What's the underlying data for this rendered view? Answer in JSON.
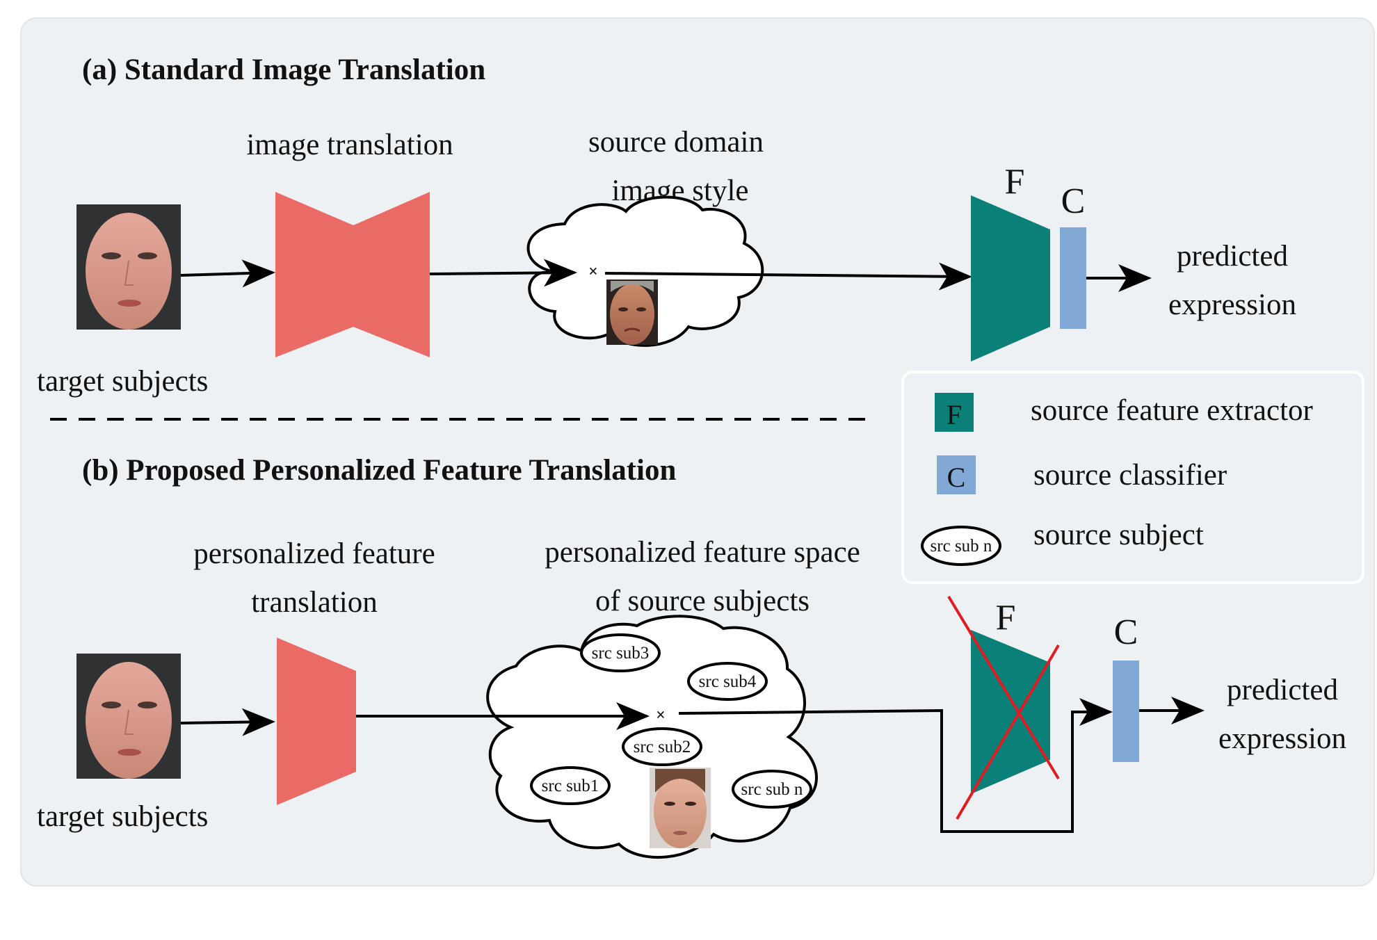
{
  "panel_a": {
    "title": "(a) Standard Image Translation",
    "input_label": "target subjects",
    "translation_label": "image translation",
    "style_label_line1": "source domain",
    "style_label_line2": "image style",
    "feature_extractor": "F",
    "classifier": "C",
    "output_line1": "predicted",
    "output_line2": "expression"
  },
  "panel_b": {
    "title": "(b) Proposed Personalized Feature Translation",
    "input_label": "target subjects",
    "translation_line1": "personalized feature",
    "translation_line2": "translation",
    "space_line1": "personalized feature space",
    "space_line2": "of source subjects",
    "subjects": [
      "src sub1",
      "src sub2",
      "src sub3",
      "src sub4",
      "src sub n"
    ],
    "feature_extractor": "F",
    "classifier": "C",
    "output_line1": "predicted",
    "output_line2": "expression"
  },
  "legend": {
    "items": [
      {
        "symbol": "F",
        "label": "source feature extractor"
      },
      {
        "symbol": "C",
        "label": "source classifier"
      },
      {
        "symbol": "src sub n",
        "label": "source subject"
      }
    ]
  },
  "colors": {
    "panel_bg": "#eef1f3",
    "translator": "#ea6b66",
    "feature_extractor": "#0a8078",
    "classifier": "#82a9d6",
    "cross": "#e01b22"
  }
}
